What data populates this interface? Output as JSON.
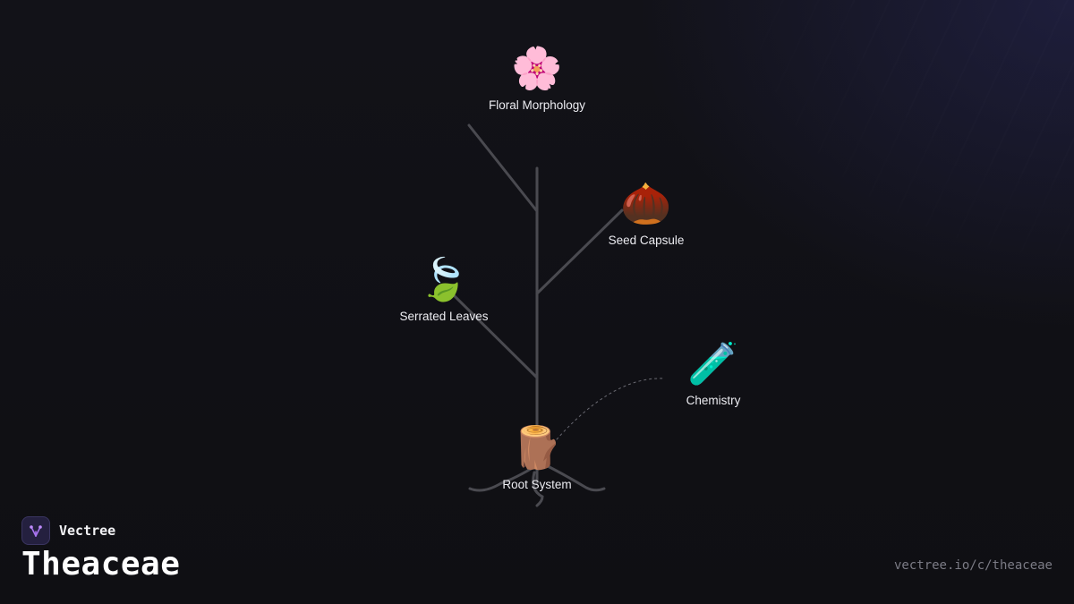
{
  "brand": {
    "name": "Vectree",
    "accent": "#8a5cf6"
  },
  "page": {
    "title": "Theaceae",
    "url": "vectree.io/c/theaceae"
  },
  "nodes": {
    "floral": {
      "label": "Floral Morphology",
      "icon": "cherry-blossom-icon",
      "emoji": "🌸"
    },
    "seed": {
      "label": "Seed Capsule",
      "icon": "chestnut-icon",
      "emoji": "🌰"
    },
    "leaves": {
      "label": "Serrated Leaves",
      "icon": "leaf-fluttering-icon",
      "emoji": "🍃"
    },
    "chemistry": {
      "label": "Chemistry",
      "icon": "test-tube-icon",
      "emoji": "🧪"
    },
    "root": {
      "label": "Root System",
      "icon": "wood-log-icon",
      "emoji": "🪵"
    }
  },
  "colors": {
    "branch": "#4a4a50",
    "background": "#111116",
    "text": "#ececf1"
  }
}
